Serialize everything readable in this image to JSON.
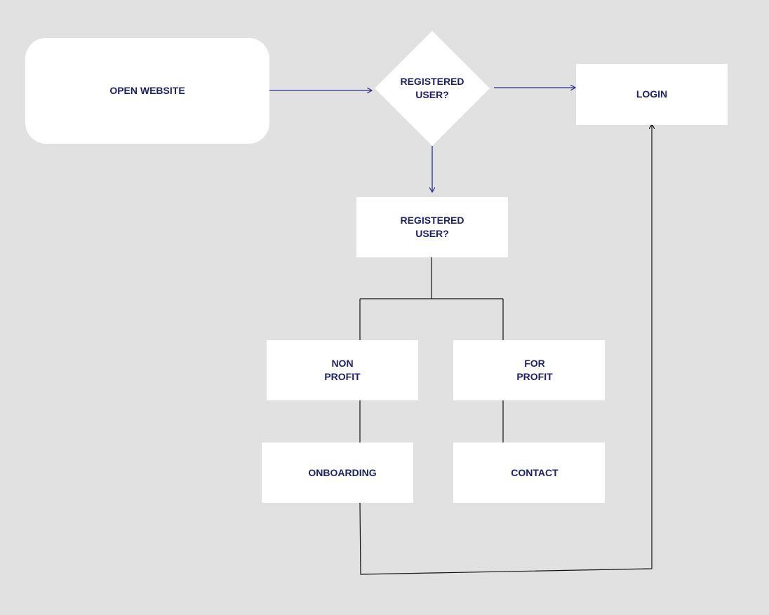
{
  "colors": {
    "background": "#e1e1e1",
    "node_fill": "#ffffff",
    "label_text": "#1b1f6e",
    "flow_arrow": "#2b2f8a",
    "connector_line": "#111111"
  },
  "nodes": {
    "open_website": "OPEN WEBSITE",
    "registered_decision": "REGISTERED\nUSER?",
    "login": "LOGIN",
    "registered_box": "REGISTERED\nUSER?",
    "non_profit": "NON\nPROFIT",
    "for_profit": "FOR\nPROFIT",
    "onboarding": "ONBOARDING",
    "contact": "CONTACT"
  }
}
